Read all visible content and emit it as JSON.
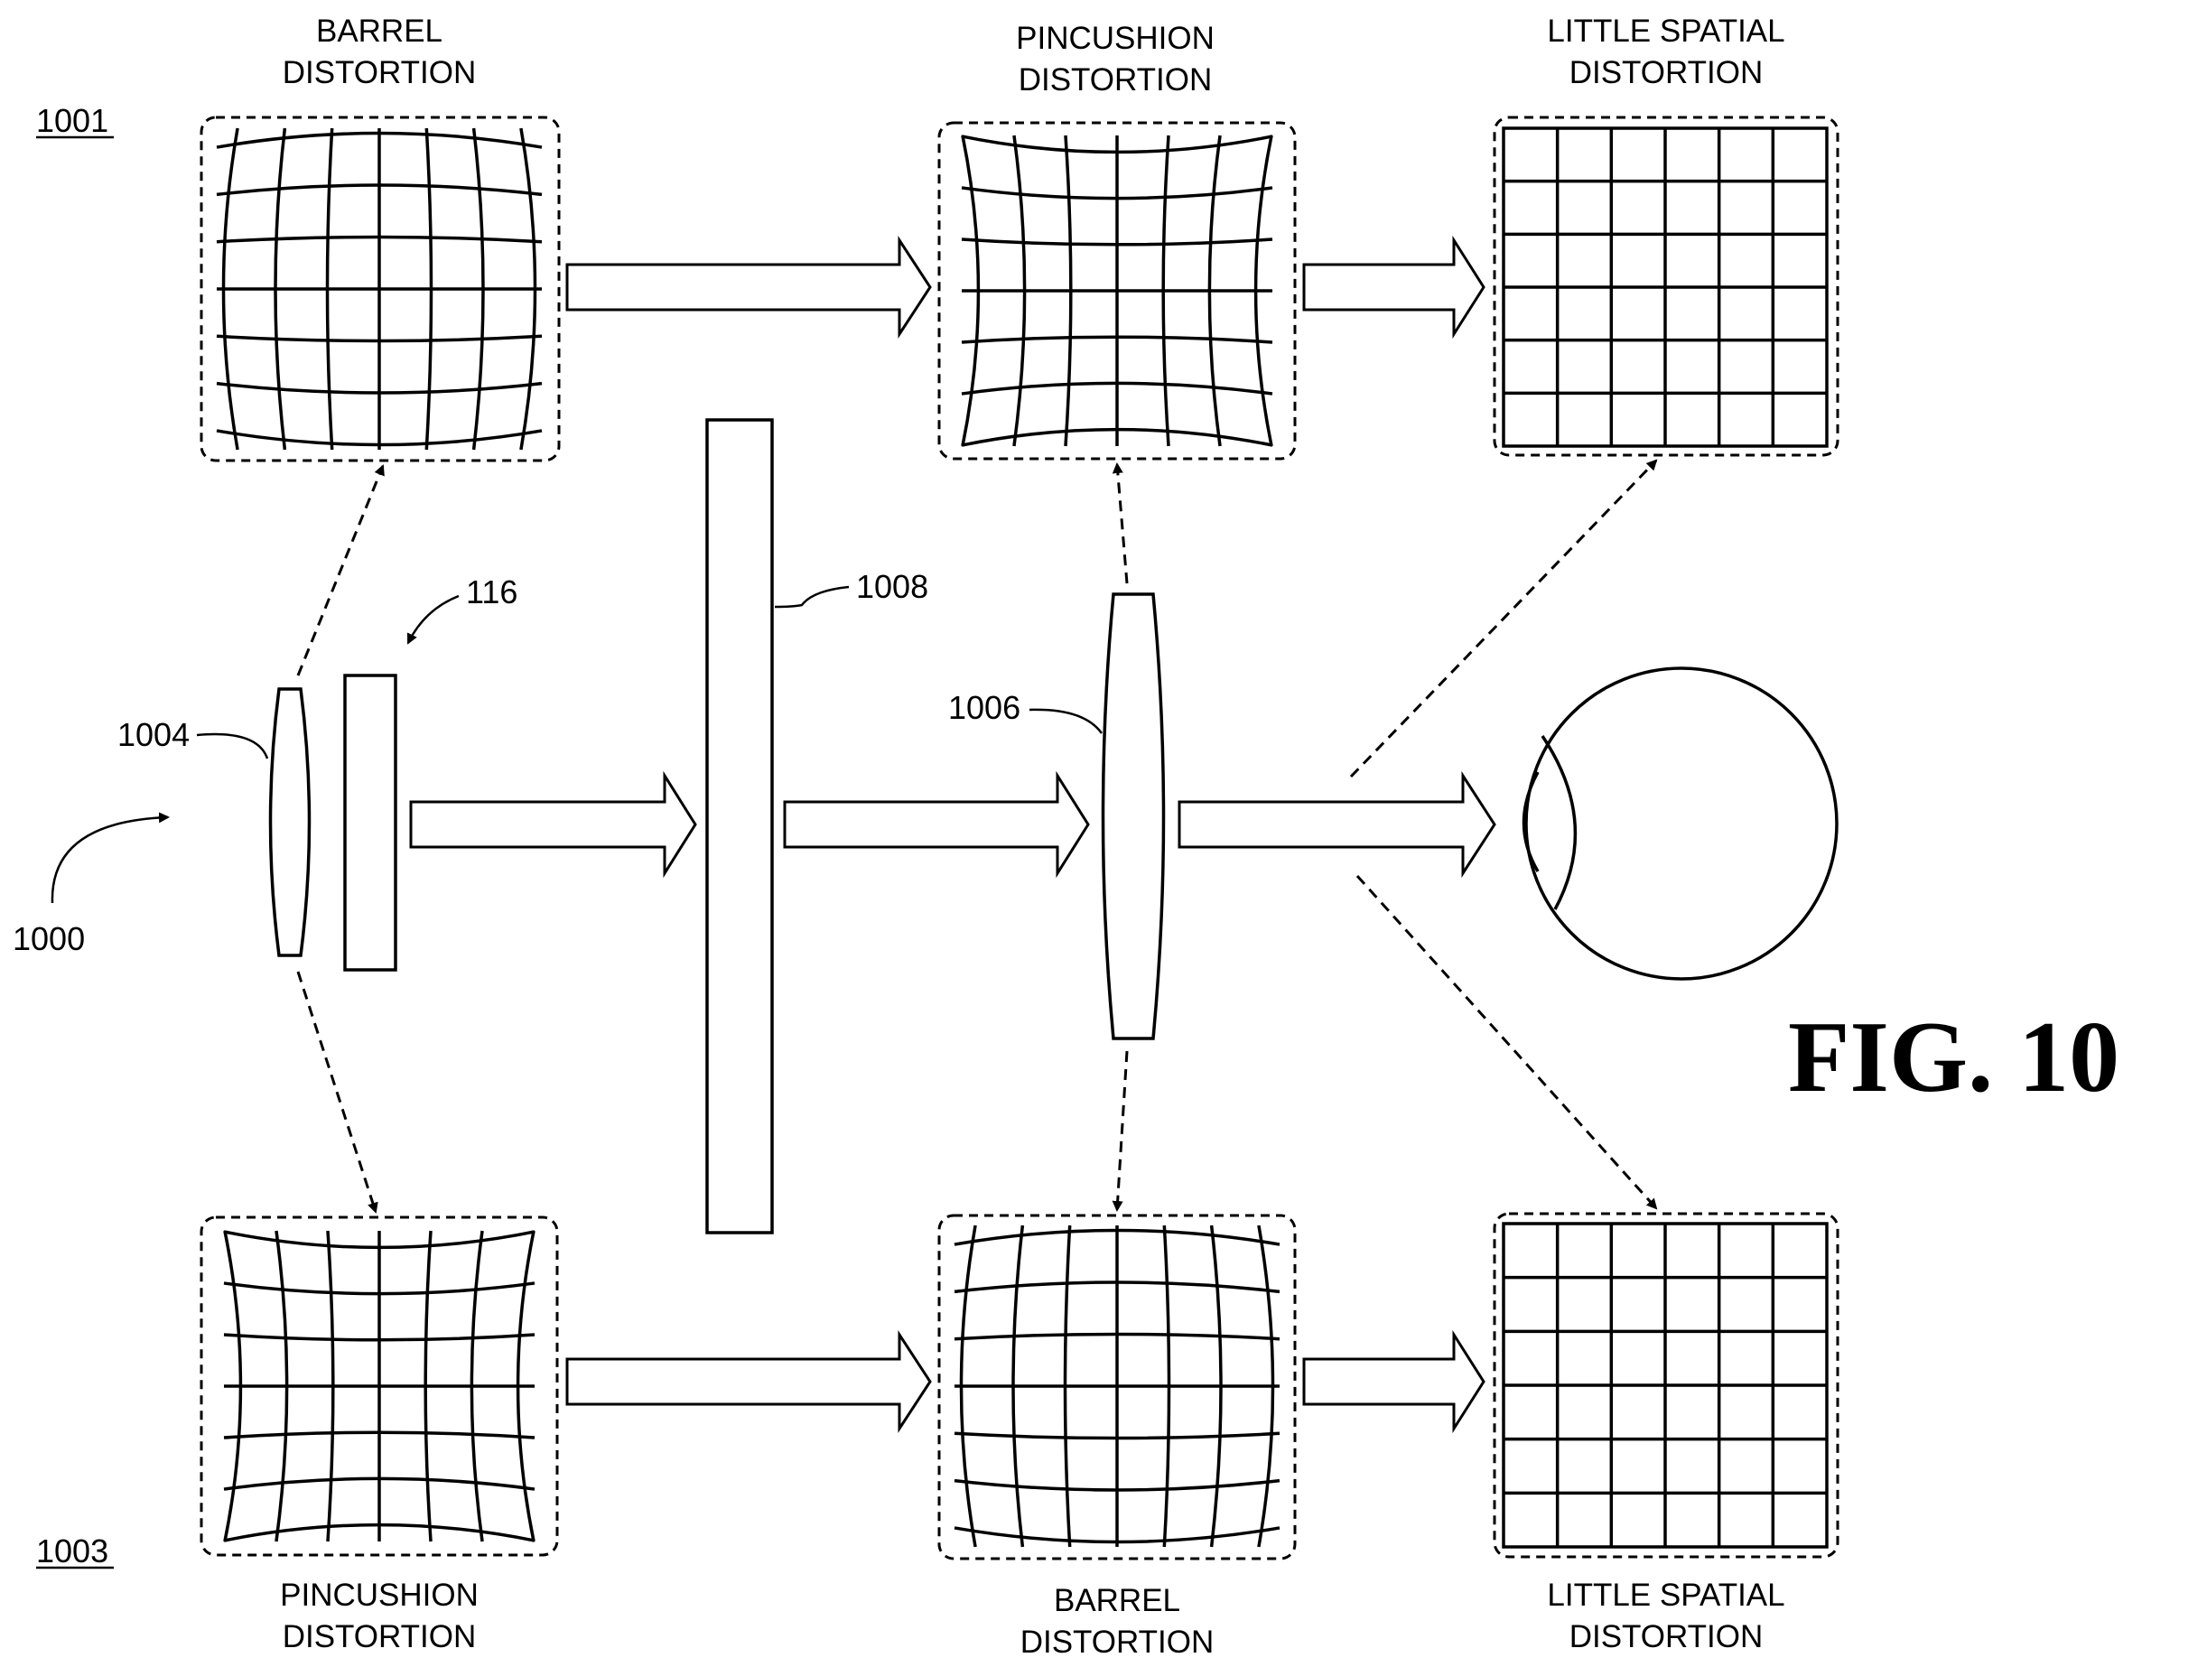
{
  "figure_title": "FIG. 10",
  "row_labels": {
    "top": "1001",
    "bottom": "1003"
  },
  "panels": {
    "top_left": {
      "line1": "BARREL",
      "line2": "DISTORTION",
      "grid": "barrel"
    },
    "top_middle": {
      "line1": "PINCUSHION",
      "line2": "DISTORTION",
      "grid": "pincushion"
    },
    "top_right": {
      "line1": "LITTLE SPATIAL",
      "line2": "DISTORTION",
      "grid": "rectilinear"
    },
    "bottom_left": {
      "line1": "PINCUSHION",
      "line2": "DISTORTION",
      "grid": "pincushion"
    },
    "bottom_middle": {
      "line1": "BARREL",
      "line2": "DISTORTION",
      "grid": "barrel"
    },
    "bottom_right": {
      "line1": "LITTLE SPATIAL",
      "line2": "DISTORTION",
      "grid": "rectilinear"
    }
  },
  "references": {
    "system": "1000",
    "lens_small": "1004",
    "display": "116",
    "waveguide": "1008",
    "lens_large": "1006"
  }
}
